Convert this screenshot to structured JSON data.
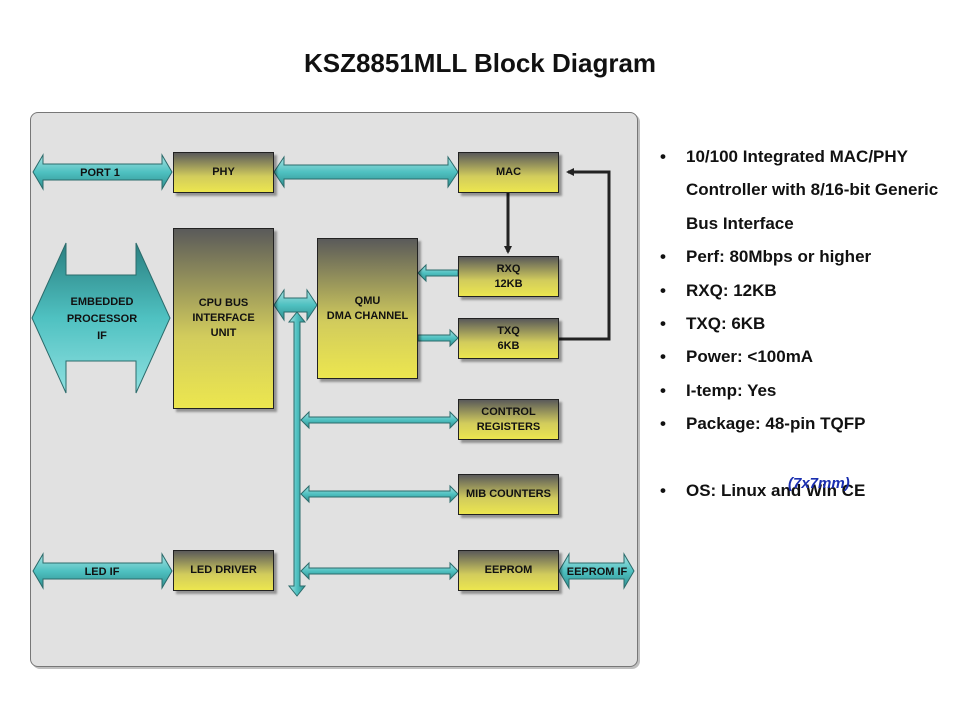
{
  "title": "KSZ8851MLL Block Diagram",
  "diagram": {
    "blocks": {
      "phy": "PHY",
      "mac": "MAC",
      "cpu_bus": "CPU BUS\nINTERFACE\nUNIT",
      "qmu": "QMU\nDMA CHANNEL",
      "rxq": "RXQ\n12KB",
      "txq": "TXQ\n6KB",
      "control_registers": "CONTROL\nREGISTERS",
      "mib_counters": "MIB COUNTERS",
      "eeprom": "EEPROM",
      "led_driver": "LED DRIVER"
    },
    "interfaces": {
      "port1": "PORT 1",
      "embedded_processor_line1": "EMBEDDED",
      "embedded_processor_line2": "PROCESSOR",
      "embedded_processor_line3": "IF",
      "led_if": "LED IF",
      "eeprom_if": "EEPROM IF"
    }
  },
  "features": [
    "10/100 Integrated MAC/PHY Controller with 8/16-bit Generic Bus Interface",
    "Perf: 80Mbps or higher",
    "RXQ: 12KB",
    "TXQ: 6KB",
    "Power: <100mA",
    "I-temp: Yes",
    "Package: 48-pin TQFP",
    "OS: Linux and Win CE"
  ],
  "package_note": "(7x7mm)",
  "colors": {
    "arrow_fill": "#4fc1c1",
    "block_top": "#5a5a5a",
    "block_bottom": "#ece64f",
    "note": "#1a2fb0"
  }
}
